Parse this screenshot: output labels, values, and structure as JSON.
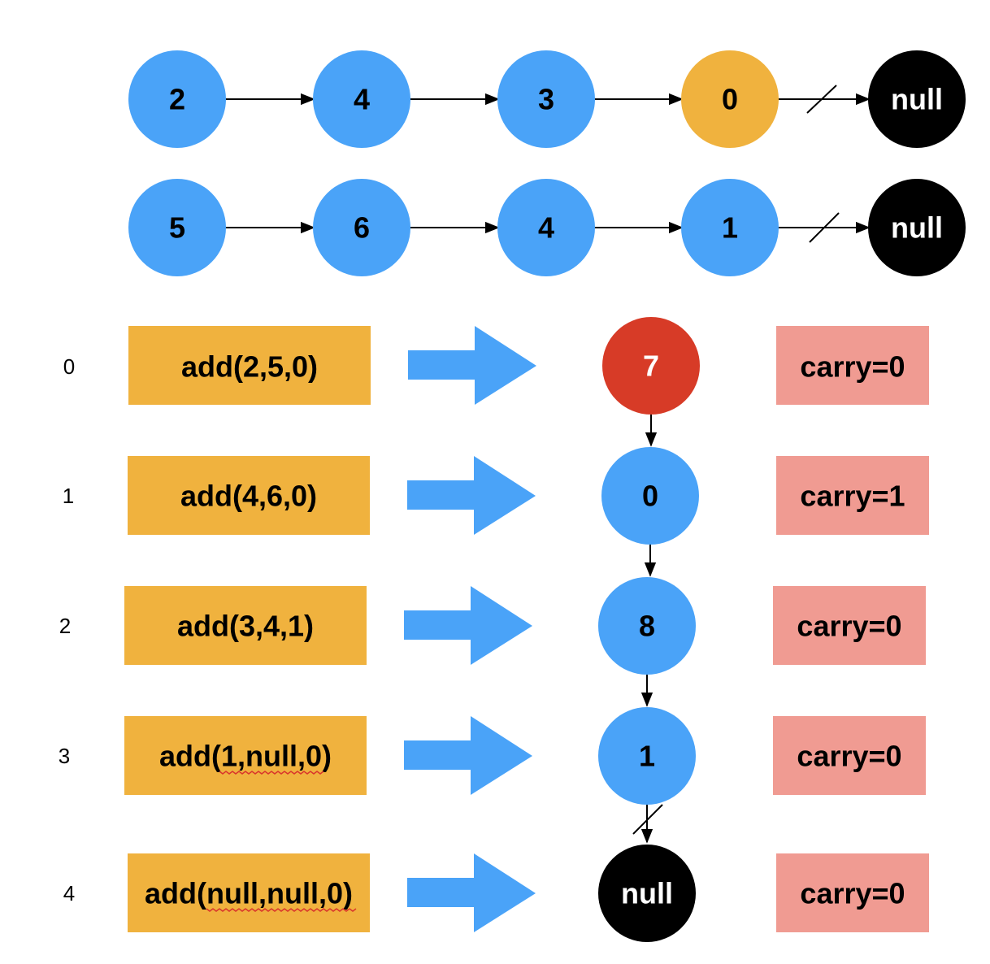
{
  "colors": {
    "node": "#4aa3f8",
    "highlight_node": "#f0b23e",
    "result_first": "#d73b27",
    "null_node": "#000000",
    "call_box": "#f0b23e",
    "carry_box": "#f09b92",
    "arrow": "#4aa3f8",
    "line": "#000000",
    "underline": "#d9362c"
  },
  "list1": {
    "nodes": [
      "2",
      "4",
      "3",
      "0"
    ],
    "null_label": "null"
  },
  "list2": {
    "nodes": [
      "5",
      "6",
      "4",
      "1"
    ],
    "null_label": "null"
  },
  "steps": [
    {
      "index": "0",
      "call": "add(2,5,0)",
      "result": "7",
      "carry": "carry=0"
    },
    {
      "index": "1",
      "call": "add(4,6,0)",
      "result": "0",
      "carry": "carry=1"
    },
    {
      "index": "2",
      "call": "add(3,4,1)",
      "result": "8",
      "carry": "carry=0"
    },
    {
      "index": "3",
      "call": "add(1,null,0)",
      "result": "1",
      "carry": "carry=0"
    },
    {
      "index": "4",
      "call": "add(null,null,0)",
      "result": "null",
      "carry": "carry=0"
    }
  ]
}
